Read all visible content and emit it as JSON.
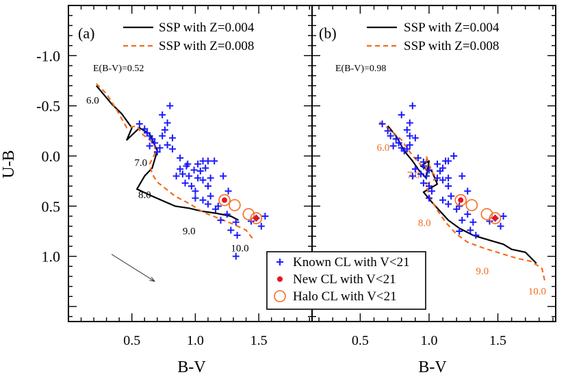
{
  "chart_data": [
    {
      "type": "scatter",
      "panel_label": "(a)",
      "ebv_label": "E(B-V)=0.52",
      "xlabel": "B-V",
      "ylabel": "U-B",
      "xlim": [
        0.0,
        1.92
      ],
      "ylim": [
        1.65,
        -1.5
      ],
      "x_ticks": [
        "0.5",
        "1.0",
        "1.5"
      ],
      "y_ticks": [
        "-1.0",
        "-0.5",
        "0.0",
        "0.5",
        "1.0"
      ],
      "legend": [
        "SSP with Z=0.004",
        "SSP with Z=0.008"
      ],
      "series": [
        {
          "name": "SSP with Z=0.004",
          "style": "solid",
          "color": "#000000",
          "points": [
            [
              0.22,
              -0.7
            ],
            [
              0.34,
              -0.52
            ],
            [
              0.42,
              -0.42
            ],
            [
              0.5,
              -0.28
            ],
            [
              0.46,
              -0.16
            ],
            [
              0.56,
              -0.28
            ],
            [
              0.64,
              -0.22
            ],
            [
              0.7,
              -0.05
            ],
            [
              0.66,
              0.12
            ],
            [
              0.6,
              0.2
            ],
            [
              0.54,
              0.33
            ],
            [
              0.66,
              0.4
            ],
            [
              0.84,
              0.5
            ],
            [
              0.95,
              0.52
            ],
            [
              1.05,
              0.55
            ],
            [
              1.16,
              0.57
            ],
            [
              1.28,
              0.6
            ],
            [
              1.34,
              0.64
            ]
          ]
        },
        {
          "name": "SSP with Z=0.008",
          "style": "dashed",
          "color": "#f26c1f",
          "points": [
            [
              0.22,
              -0.72
            ],
            [
              0.3,
              -0.62
            ],
            [
              0.38,
              -0.46
            ],
            [
              0.46,
              -0.28
            ],
            [
              0.54,
              -0.3
            ],
            [
              0.58,
              -0.22
            ],
            [
              0.68,
              -0.12
            ],
            [
              0.68,
              -0.02
            ],
            [
              0.64,
              0.08
            ],
            [
              0.66,
              0.18
            ],
            [
              0.7,
              0.26
            ],
            [
              0.84,
              0.4
            ],
            [
              0.96,
              0.48
            ],
            [
              1.06,
              0.56
            ],
            [
              1.18,
              0.62
            ],
            [
              1.3,
              0.68
            ],
            [
              1.4,
              0.74
            ],
            [
              1.45,
              0.82
            ]
          ]
        },
        {
          "name": "Known CL with V<21",
          "marker": "plus",
          "color": "#1a1aff",
          "points": [
            [
              0.56,
              -0.32
            ],
            [
              0.6,
              -0.27
            ],
            [
              0.62,
              -0.23
            ],
            [
              0.64,
              -0.2
            ],
            [
              0.66,
              -0.17
            ],
            [
              0.68,
              -0.13
            ],
            [
              0.64,
              -0.1
            ],
            [
              0.72,
              -0.08
            ],
            [
              0.7,
              -0.04
            ],
            [
              0.76,
              -0.26
            ],
            [
              0.78,
              -0.33
            ],
            [
              0.74,
              -0.41
            ],
            [
              0.8,
              -0.5
            ],
            [
              0.74,
              -0.2
            ],
            [
              0.82,
              -0.18
            ],
            [
              0.78,
              -0.11
            ],
            [
              0.88,
              0.02
            ],
            [
              0.94,
              0.08
            ],
            [
              0.88,
              0.13
            ],
            [
              0.9,
              0.18
            ],
            [
              0.95,
              0.2
            ],
            [
              0.85,
              0.2
            ],
            [
              0.92,
              0.27
            ],
            [
              0.97,
              0.3
            ],
            [
              1.0,
              0.35
            ],
            [
              0.99,
              0.14
            ],
            [
              1.02,
              0.08
            ],
            [
              1.04,
              0.15
            ],
            [
              1.06,
              0.05
            ],
            [
              1.1,
              0.05
            ],
            [
              1.08,
              0.12
            ],
            [
              1.02,
              0.22
            ],
            [
              1.06,
              0.24
            ],
            [
              1.12,
              0.22
            ],
            [
              1.15,
              0.05
            ],
            [
              1.1,
              0.3
            ],
            [
              1.12,
              0.4
            ],
            [
              1.06,
              0.44
            ],
            [
              1.1,
              0.48
            ],
            [
              1.16,
              0.53
            ],
            [
              1.22,
              0.2
            ],
            [
              1.26,
              0.35
            ],
            [
              1.18,
              0.5
            ],
            [
              1.2,
              0.64
            ],
            [
              1.25,
              0.58
            ],
            [
              1.32,
              0.66
            ],
            [
              1.28,
              0.74
            ],
            [
              1.33,
              0.79
            ],
            [
              1.48,
              0.62
            ],
            [
              1.44,
              0.65
            ],
            [
              1.52,
              0.7
            ],
            [
              1.55,
              0.6
            ],
            [
              1.32,
              1.0
            ],
            [
              1.0,
              0.42
            ],
            [
              0.82,
              -0.07
            ],
            [
              0.93,
              0.1
            ]
          ]
        },
        {
          "name": "New CL with V<21",
          "marker": "filled-circle",
          "color": "#e8141c",
          "points": [
            [
              1.23,
              0.44
            ],
            [
              1.48,
              0.62
            ]
          ]
        },
        {
          "name": "Halo CL with V<21",
          "marker": "open-circle",
          "color": "#f26c1f",
          "points": [
            [
              1.23,
              0.44
            ],
            [
              1.31,
              0.49
            ],
            [
              1.42,
              0.58
            ],
            [
              1.48,
              0.62
            ]
          ]
        }
      ],
      "age_labels": [
        {
          "text": "6.0",
          "x": 0.14,
          "y": -0.52
        },
        {
          "text": "7.0",
          "x": 0.52,
          "y": 0.1
        },
        {
          "text": "8.0",
          "x": 0.55,
          "y": 0.42
        },
        {
          "text": "9.0",
          "x": 0.9,
          "y": 0.78
        },
        {
          "text": "10.0",
          "x": 1.28,
          "y": 0.95
        }
      ],
      "arrow": {
        "from": [
          0.34,
          0.98
        ],
        "to": [
          0.68,
          1.25
        ]
      }
    },
    {
      "type": "scatter",
      "panel_label": "(b)",
      "ebv_label": "E(B-V)=0.98",
      "xlabel": "B-V",
      "ylabel": "",
      "xlim": [
        0.15,
        1.92
      ],
      "ylim": [
        1.65,
        -1.5
      ],
      "x_ticks": [
        "0.5",
        "1.0",
        "1.5"
      ],
      "legend": [
        "SSP with Z=0.004",
        "SSP with Z=0.008"
      ],
      "series": [
        {
          "name": "SSP with Z=0.004",
          "style": "solid",
          "color": "#000000",
          "points": [
            [
              0.7,
              -0.3
            ],
            [
              0.76,
              -0.2
            ],
            [
              0.82,
              -0.05
            ],
            [
              0.88,
              0.05
            ],
            [
              0.93,
              0.15
            ],
            [
              0.98,
              0.22
            ],
            [
              1.0,
              0.05
            ],
            [
              0.94,
              0.1
            ],
            [
              1.02,
              0.15
            ],
            [
              1.06,
              0.28
            ],
            [
              0.96,
              0.36
            ],
            [
              1.02,
              0.46
            ],
            [
              1.08,
              0.55
            ],
            [
              1.14,
              0.64
            ],
            [
              1.22,
              0.72
            ],
            [
              1.32,
              0.79
            ],
            [
              1.44,
              0.84
            ],
            [
              1.54,
              0.88
            ],
            [
              1.6,
              0.93
            ],
            [
              1.7,
              0.96
            ],
            [
              1.78,
              1.07
            ]
          ]
        },
        {
          "name": "SSP with Z=0.008",
          "style": "dashed",
          "color": "#f26c1f",
          "points": [
            [
              0.64,
              -0.34
            ],
            [
              0.72,
              -0.26
            ],
            [
              0.8,
              -0.16
            ],
            [
              0.86,
              -0.04
            ],
            [
              0.92,
              0.06
            ],
            [
              0.98,
              0.14
            ],
            [
              0.98,
              0.0
            ],
            [
              1.02,
              0.16
            ],
            [
              1.06,
              0.22
            ],
            [
              0.98,
              0.28
            ],
            [
              1.0,
              0.4
            ],
            [
              1.06,
              0.54
            ],
            [
              1.12,
              0.66
            ],
            [
              1.2,
              0.78
            ],
            [
              1.28,
              0.86
            ],
            [
              1.4,
              0.92
            ],
            [
              1.52,
              0.97
            ],
            [
              1.64,
              1.02
            ],
            [
              1.74,
              1.05
            ],
            [
              1.82,
              1.12
            ],
            [
              1.84,
              1.24
            ]
          ]
        },
        {
          "name": "Known CL with V<21",
          "marker": "plus",
          "color": "#1a1aff",
          "points": [
            [
              0.66,
              -0.32
            ],
            [
              0.7,
              -0.25
            ],
            [
              0.72,
              -0.2
            ],
            [
              0.76,
              -0.17
            ],
            [
              0.78,
              -0.13
            ],
            [
              0.74,
              -0.1
            ],
            [
              0.8,
              -0.08
            ],
            [
              0.82,
              -0.05
            ],
            [
              0.84,
              -0.26
            ],
            [
              0.86,
              -0.33
            ],
            [
              0.8,
              -0.41
            ],
            [
              0.88,
              -0.5
            ],
            [
              0.86,
              -0.2
            ],
            [
              0.9,
              -0.18
            ],
            [
              0.86,
              -0.11
            ],
            [
              0.92,
              0.02
            ],
            [
              0.96,
              0.06
            ],
            [
              0.9,
              0.13
            ],
            [
              0.94,
              0.18
            ],
            [
              0.98,
              0.2
            ],
            [
              0.88,
              0.2
            ],
            [
              0.96,
              0.27
            ],
            [
              1.0,
              0.3
            ],
            [
              1.02,
              0.35
            ],
            [
              1.0,
              0.14
            ],
            [
              1.06,
              0.08
            ],
            [
              1.08,
              0.15
            ],
            [
              1.12,
              0.05
            ],
            [
              1.14,
              0.05
            ],
            [
              1.1,
              0.12
            ],
            [
              1.06,
              0.22
            ],
            [
              1.1,
              0.24
            ],
            [
              1.14,
              0.22
            ],
            [
              1.18,
              0.0
            ],
            [
              1.14,
              0.3
            ],
            [
              1.16,
              0.4
            ],
            [
              1.1,
              0.44
            ],
            [
              1.14,
              0.48
            ],
            [
              1.2,
              0.53
            ],
            [
              1.24,
              0.2
            ],
            [
              1.28,
              0.35
            ],
            [
              1.22,
              0.5
            ],
            [
              1.24,
              0.64
            ],
            [
              1.28,
              0.58
            ],
            [
              1.32,
              0.66
            ],
            [
              1.3,
              0.74
            ],
            [
              1.34,
              0.79
            ],
            [
              1.48,
              0.62
            ],
            [
              1.44,
              0.65
            ],
            [
              1.52,
              0.7
            ],
            [
              1.54,
              0.6
            ],
            [
              1.22,
              0.75
            ],
            [
              1.0,
              0.42
            ],
            [
              0.84,
              -0.07
            ],
            [
              0.96,
              0.1
            ]
          ]
        },
        {
          "name": "New CL with V<21",
          "marker": "filled-circle",
          "color": "#e8141c",
          "points": [
            [
              1.23,
              0.44
            ],
            [
              1.48,
              0.62
            ]
          ]
        },
        {
          "name": "Halo CL with V<21",
          "marker": "open-circle",
          "color": "#f26c1f",
          "points": [
            [
              1.23,
              0.44
            ],
            [
              1.31,
              0.49
            ],
            [
              1.42,
              0.58
            ],
            [
              1.48,
              0.62
            ]
          ]
        }
      ],
      "age_labels": [
        {
          "text": "6.0",
          "x": 0.62,
          "y": -0.05
        },
        {
          "text": "7.0",
          "x": 0.84,
          "y": 0.22
        },
        {
          "text": "8.0",
          "x": 0.92,
          "y": 0.7
        },
        {
          "text": "9.0",
          "x": 1.34,
          "y": 1.18
        },
        {
          "text": "10.0",
          "x": 1.72,
          "y": 1.38
        }
      ],
      "legend_box": [
        "Known CL with V<21",
        "New CL with V<21",
        "Halo CL with V<21"
      ]
    }
  ]
}
